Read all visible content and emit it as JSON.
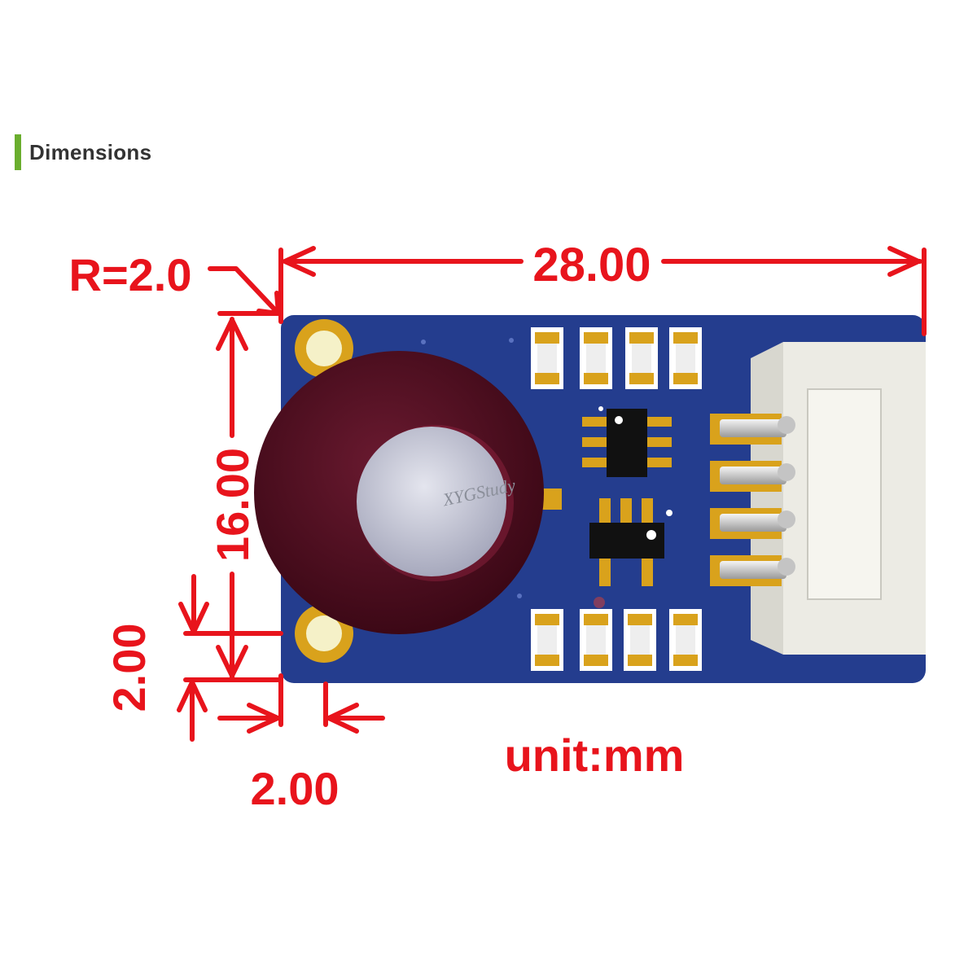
{
  "header": {
    "title": "Dimensions",
    "accent_color": "#6aae2e"
  },
  "dimensions": {
    "width": "28.00",
    "height": "16.00",
    "corner_radius": "R=2.0",
    "hole_offset_y": "2.00",
    "hole_offset_x": "2.00",
    "unit": "unit:mm"
  },
  "watermark": "XYGStudy",
  "colors": {
    "dimension": "#e8141c",
    "pcb": "#243d8e",
    "pad": "#d9a21c",
    "knob": "#4a0d1e",
    "connector": "#ecebe4"
  }
}
